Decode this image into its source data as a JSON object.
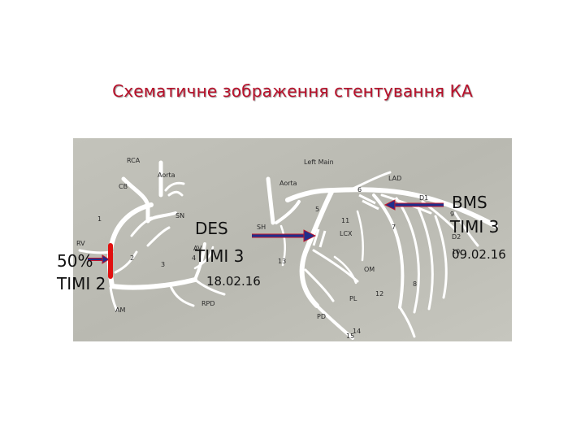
{
  "title": "Схематичне зображення стентування КА",
  "scan_labels": {
    "rca": "RCA",
    "aorta_left": "Aorta",
    "cb": "CB",
    "sn": "SN",
    "left_main": "Left Main",
    "aorta_right": "Aorta",
    "lad": "LAD",
    "d1": "D1",
    "d2": "D2",
    "sh": "SH",
    "lcx": "LCX",
    "rv": "RV",
    "av": "AV",
    "am": "AM",
    "rpd": "RPD",
    "om": "OM",
    "pl": "PL",
    "pd": "PD",
    "seg_1": "1",
    "seg_2": "2",
    "seg_3": "3",
    "seg_4": "4",
    "seg_5": "5",
    "seg_6": "6",
    "seg_7": "7",
    "seg_8": "8",
    "seg_9": "9",
    "seg_10": "10",
    "seg_11": "11",
    "seg_12": "12",
    "seg_13": "13",
    "seg_14": "14",
    "seg_15": "15"
  },
  "annotations": {
    "rca_pct": "50%",
    "rca_timi": "TIMI 2",
    "des": "DES",
    "des_timi": "TIMI 3",
    "des_date": "18.02.16",
    "bms": "BMS",
    "bms_timi": "TIMI 3",
    "bms_date": "09.02.16"
  },
  "colors": {
    "title": "#b8102a",
    "arrow_fill": "#1f2f8c",
    "arrow_edge": "#c0142b",
    "lesion_marker": "#e01010",
    "scan_background": "#bdbdb5",
    "vessel": "#ffffff"
  }
}
